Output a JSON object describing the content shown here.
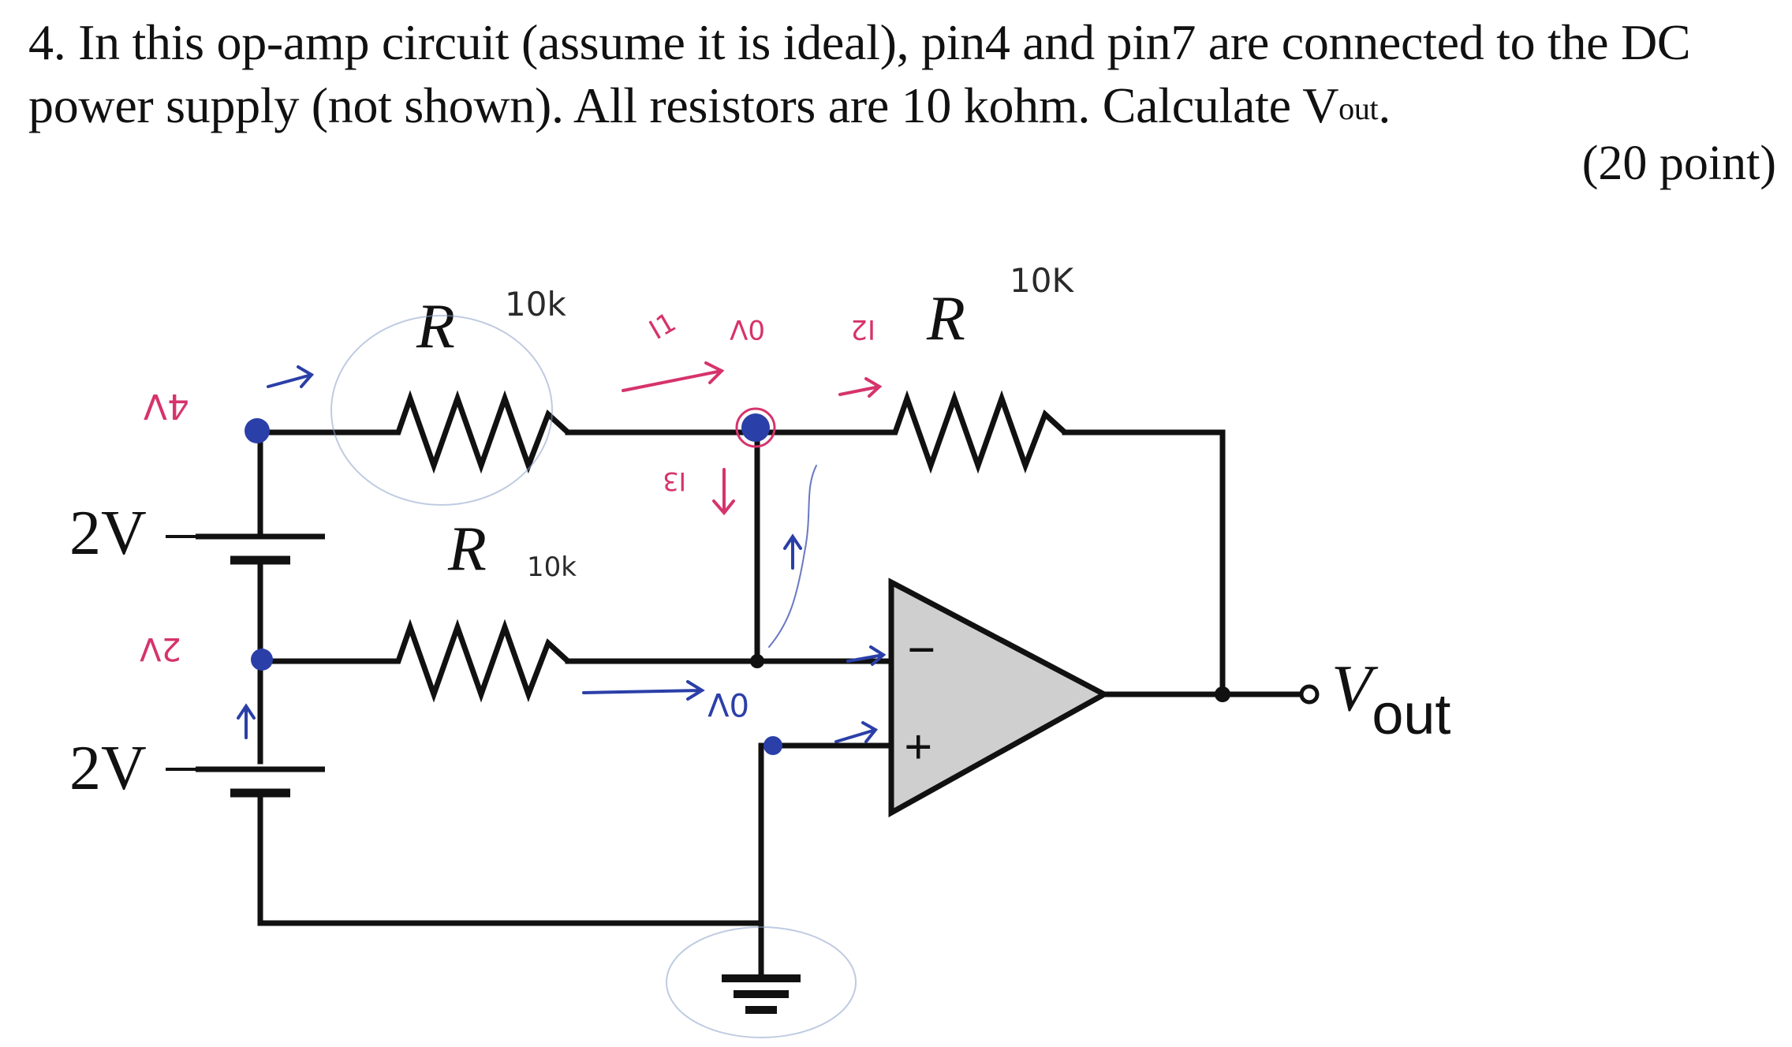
{
  "question": {
    "number": "4.",
    "line1": "In this op-amp circuit (assume it is ideal), pin4 and pin7 are connected to the DC",
    "line2_main": "power supply (not shown). All resistors are 10 kohm. Calculate V",
    "line2_sub": "out",
    "line2_end": ".",
    "points": "(20 point)"
  },
  "circuit": {
    "resistor_top_left_label": "R",
    "resistor_top_right_label": "R",
    "resistor_middle_label": "R",
    "battery_top_label": "2V",
    "battery_bottom_label": "2V",
    "output_label_main": "V",
    "output_label_sub": "out",
    "opamp_minus_sign": "−",
    "opamp_plus_sign": "+"
  },
  "handwritten": {
    "left_top_node": "4V",
    "left_mid_node": "2V",
    "r1_value": "10k",
    "r2_value": "10k",
    "r3_value": "10K",
    "current_i1": "I1",
    "current_i2": "I2",
    "current_i3": "I3",
    "node_0v_top": "0V",
    "node_0v_bottom": "0V"
  },
  "colors": {
    "ink": "#111111",
    "pen_blue": "#2b3fa8",
    "pen_red": "#d6336c",
    "opamp_fill": "#cfcfcf"
  }
}
